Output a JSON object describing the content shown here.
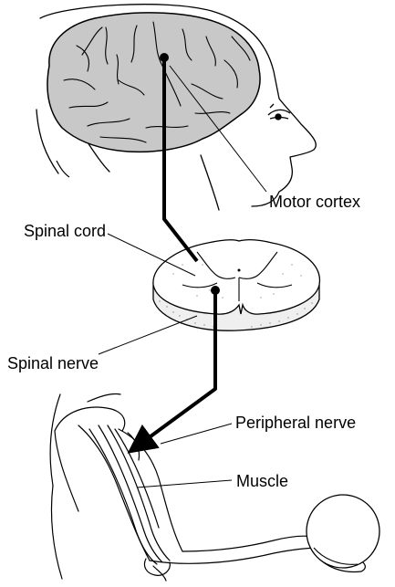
{
  "labels": {
    "motor_cortex": "Motor cortex",
    "spinal_cord": "Spinal cord",
    "spinal_nerve": "Spinal nerve",
    "peripheral_nerve": "Peripheral nerve",
    "muscle": "Muscle"
  },
  "colors": {
    "brain_fill": "#c8c8c8",
    "pathway": "#000000",
    "outline": "#000000",
    "background": "#ffffff"
  },
  "icons": {
    "head": "head-outline-icon",
    "brain": "brain-icon",
    "spinal_cord": "spinal-cord-cross-section-icon",
    "arm": "flexed-arm-icon",
    "ball": "ball-icon"
  }
}
